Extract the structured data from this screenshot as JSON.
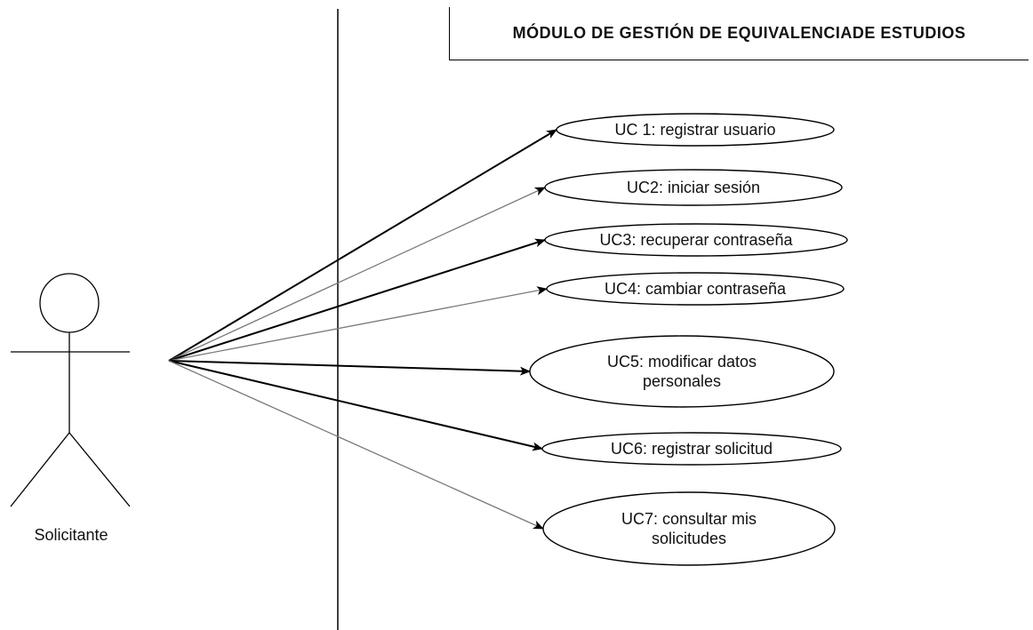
{
  "system": {
    "title": "MÓDULO DE GESTIÓN DE EQUIVALENCIADE ESTUDIOS"
  },
  "actor": {
    "name": "Solicitante"
  },
  "use_cases": [
    {
      "label": "UC 1: registrar usuario"
    },
    {
      "label": "UC2:  iniciar sesión"
    },
    {
      "label": "UC3: recuperar contraseña"
    },
    {
      "label": "UC4: cambiar contraseña"
    },
    {
      "label": "UC5: modificar datos personales"
    },
    {
      "label": "UC6: registrar solicitud"
    },
    {
      "label": "UC7: consultar mis solicitudes"
    }
  ],
  "colors": {
    "line_dark": "#000000",
    "line_light": "#7a7a7a"
  }
}
